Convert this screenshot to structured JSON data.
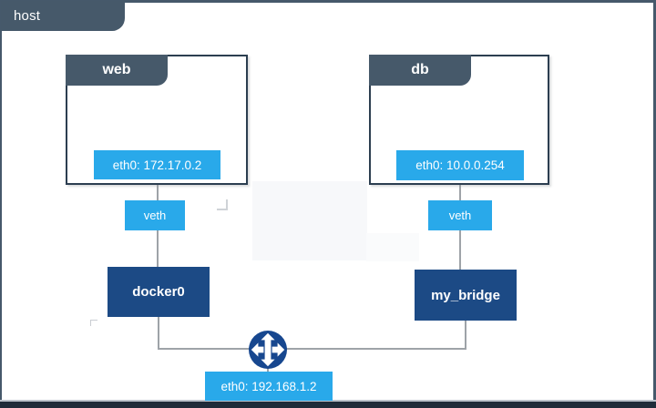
{
  "host": {
    "label": "host",
    "interface_label": "eth0: 192.168.1.2"
  },
  "containers": {
    "web": {
      "title": "web",
      "interface_label": "eth0: 172.17.0.2",
      "veth_label": "veth",
      "bridge_label": "docker0"
    },
    "db": {
      "title": "db",
      "interface_label": "eth0: 10.0.0.254",
      "veth_label": "veth",
      "bridge_label": "my_bridge"
    }
  },
  "icons": {
    "router": "router-icon"
  },
  "colors": {
    "tab_slate": "#46596A",
    "node_border": "#2C3E50",
    "badge_blue": "#29A9EA",
    "bridge_navy": "#1C4A85",
    "router_navy": "#17478F",
    "line_gray": "#9EA3A8",
    "frame_bottom_dark": "#1F2B39"
  }
}
